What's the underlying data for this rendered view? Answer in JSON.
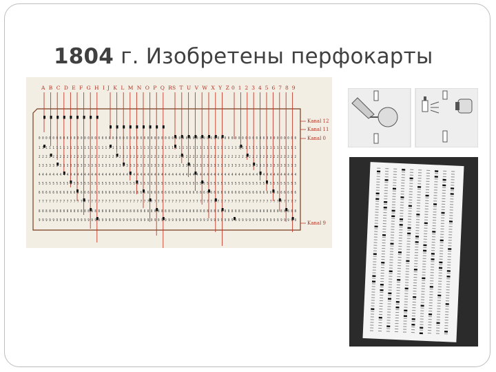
{
  "slide": {
    "title_year": "1804",
    "title_rest": " г. Изобретены перфокарты"
  },
  "card": {
    "letters_group1": "A B C D E F G H I",
    "letters_group2": "J K L M N O P Q R",
    "letters_group3": "S T U V W X Y Z",
    "digits_group": "0 1 2 3 4 5 6 7 8 9",
    "kanal12": "Kanal 12",
    "kanal11": "Kanal 11",
    "kanal0": "Kanal 0",
    "kanal9": "Kanal 9",
    "rows": [
      "0 0 0 0 0 0 0 0 0 0 0 0 0 0 0 0 0 0 0 0 0 0 0 0 0 0 0 0 0 0 0 0 0 0 0 0 0 0 0 0 0 0 0 0 0 0 0 0 0 0 0 0 0 0 0 0 0 0 0 0 0 0 0 0 0 0 0 0 0 0 0 0 0 0",
      "1 1 1 1 1 1 1 1 1 1 1 1 1 1 1 1 1 1 1 1 1 1 1 1 1 1 1 1 1 1 1 1 1 1 1 1 1 1 1 1 1 1 1 1 1 1 1 1 1 1 1 1 1 1 1 1 1 1 1 1 1 1 1 1 1 1 1 1 1 1 1 1 1 1",
      "2 2 2 2 2 2 2 2 2 2 2 2 2 2 2 2 2 2 2 2 2 2 2 2 2 2 2 2 2 2 2 2 2 2 2 2 2 2 2 2 2 2 2 2 2 2 2 2 2 2 2 2 2 2 2 2 2 2 2 2 2 2 2 2 2 2 2 2 2 2 2 2 2 2",
      "3 3 3 3 3 3 3 3 3 3 3 3 3 3 3 3 3 3 3 3 3 3 3 3 3 3 3 3 3 3 3 3 3 3 3 3 3 3 3 3 3 3 3 3 3 3 3 3 3 3 3 3 3 3 3 3 3 3 3 3 3 3 3 3 3 3 3 3 3 3 3 3 3 3",
      "4 4 4 4 4 4 4 4 4 4 4 4 4 4 4 4 4 4 4 4 4 4 4 4 4 4 4 4 4 4 4 4 4 4 4 4 4 4 4 4 4 4 4 4 4 4 4 4 4 4 4 4 4 4 4 4 4 4 4 4 4 4 4 4 4 4 4 4 4 4 4 4 4 4",
      "5 5 5 5 5 5 5 5 5 5 5 5 5 5 5 5 5 5 5 5 5 5 5 5 5 5 5 5 5 5 5 5 5 5 5 5 5 5 5 5 5 5 5 5 5 5 5 5 5 5 5 5 5 5 5 5 5 5 5 5 5 5 5 5 5 5 5 5 5 5 5 5 5 5",
      "6 6 6 6 6 6 6 6 6 6 6 6 6 6 6 6 6 6 6 6 6 6 6 6 6 6 6 6 6 6 6 6 6 6 6 6 6 6 6 6 6 6 6 6 6 6 6 6 6 6 6 6 6 6 6 6 6 6 6 6 6 6 6 6 6 6 6 6 6 6 6 6 6 6",
      "7 7 7 7 7 7 7 7 7 7 7 7 7 7 7 7 7 7 7 7 7 7 7 7 7 7 7 7 7 7 7 7 7 7 7 7 7 7 7 7 7 7 7 7 7 7 7 7 7 7 7 7 7 7 7 7 7 7 7 7 7 7 7 7 7 7 7 7 7 7 7 7 7 7",
      "8 8 8 8 8 8 8 8 8 8 8 8 8 8 8 8 8 8 8 8 8 8 8 8 8 8 8 8 8 8 8 8 8 8 8 8 8 8 8 8 8 8 8 8 8 8 8 8 8 8 8 8 8 8 8 8 8 8 8 8 8 8 8 8 8 8 8 8 8 8 8 8 8 8",
      "9 9 9 9 9 9 9 9 9 9 9 9 9 9 9 9 9 9 9 9 9 9 9 9 9 9 9 9 9 9 9 9 9 9 9 9 9 9 9 9 9 9 9 9 9 9 9 9 9 9 9 9 9 9 9 9 9 9 9 9 9 9 9 9 9 9 9 9 9 9 9 9 9 9"
    ]
  }
}
